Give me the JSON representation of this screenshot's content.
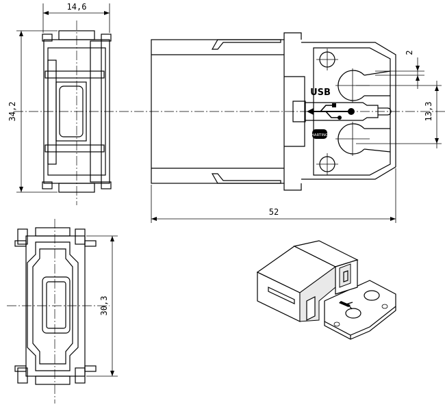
{
  "dimensions": {
    "top_width": "14,6",
    "side_height": "34,2",
    "gap": "2",
    "pitch": "13,3",
    "total_length": "52",
    "bottom_height": "30,3"
  },
  "labels": {
    "usb": "USB",
    "brand": "HARTING"
  },
  "icons": [
    "usb-icon",
    "harting-logo-icon",
    "mounting-hole-icon"
  ]
}
